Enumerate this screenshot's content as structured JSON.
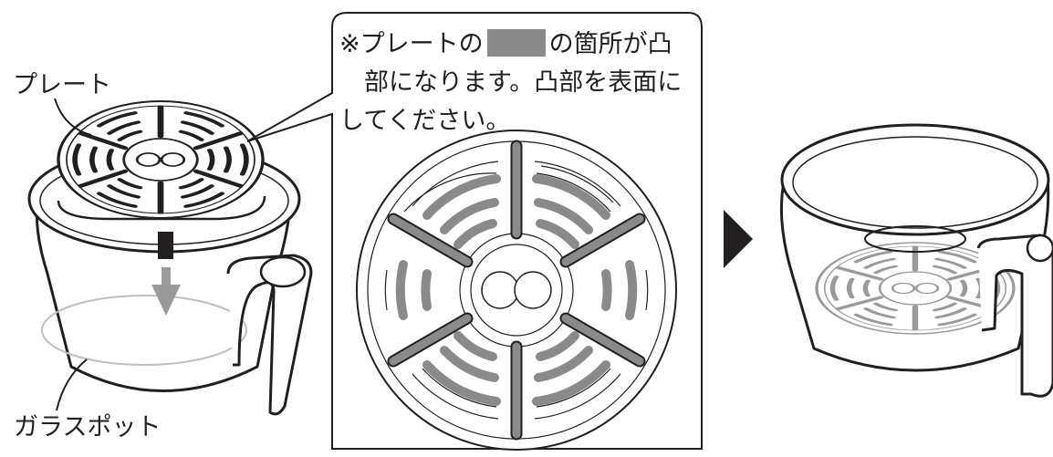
{
  "labels": {
    "plate": "プレート",
    "glass_pot": "ガラスポット"
  },
  "callout": {
    "line1_before": "※プレートの",
    "line1_after": "の箇所が凸",
    "line2": "部になります。凸部を表面に",
    "line3": "してください。"
  },
  "colors": {
    "line": "#231f20",
    "raised_part": "#8a8a8a",
    "light_gray": "#9a9a9a"
  }
}
